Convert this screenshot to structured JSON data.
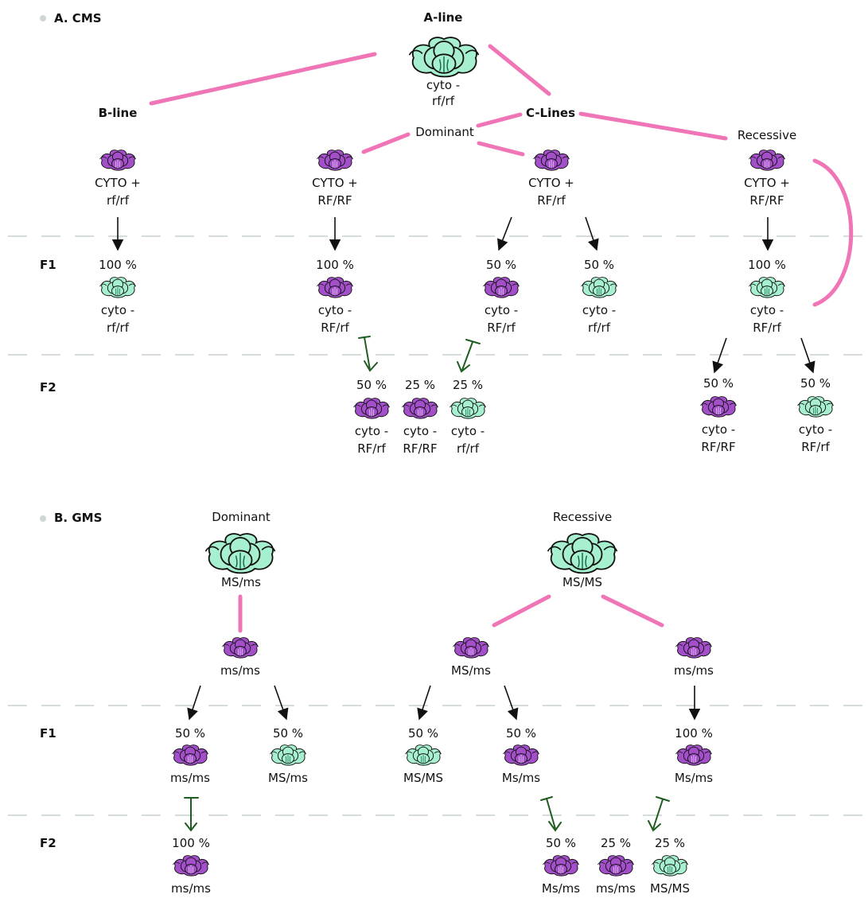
{
  "colors": {
    "cross_line": "#f075b6",
    "dash": "#c9d0d0",
    "arrow": "#111111",
    "self": "#1f5c1f",
    "green_fill": "#a6efcf",
    "purple_fill": "#a34fc9"
  },
  "icons": {
    "green": "cabbage-green-icon",
    "purple": "cabbage-purple-icon"
  },
  "cms": {
    "title": "A. CMS",
    "a_line": {
      "name": "A-line",
      "l1": "cyto -",
      "l2": "rf/rf"
    },
    "b_line": {
      "name": "B-line",
      "l1": "CYTO +",
      "l2": "rf/rf"
    },
    "c_lines": {
      "name": "C-Lines",
      "dominant": "Dominant",
      "recessive": "Recessive"
    },
    "dom_rf": {
      "l1": "CYTO +",
      "l2": "RF/RF"
    },
    "dom_het": {
      "l1": "CYTO +",
      "l2": "RF/rf"
    },
    "rec": {
      "l1": "CYTO +",
      "l2": "RF/RF"
    },
    "f1": "F1",
    "f2": "F2",
    "f1_b": {
      "pct": "100 %",
      "l1": "cyto -",
      "l2": "rf/rf"
    },
    "f1_dom": {
      "pct": "100 %",
      "l1": "cyto -",
      "l2": "RF/rf"
    },
    "f1_het_a": {
      "pct": "50 %",
      "l1": "cyto -",
      "l2": "RF/rf"
    },
    "f1_het_b": {
      "pct": "50 %",
      "l1": "cyto -",
      "l2": "rf/rf"
    },
    "f1_rec": {
      "pct": "100 %",
      "l1": "cyto -",
      "l2": "RF/rf"
    },
    "f2_a": {
      "pct": "50 %",
      "l1": "cyto -",
      "l2": "RF/rf"
    },
    "f2_b": {
      "pct": "25 %",
      "l1": "cyto -",
      "l2": "RF/RF"
    },
    "f2_c": {
      "pct": "25 %",
      "l1": "cyto -",
      "l2": "rf/rf"
    },
    "f2_rec_a": {
      "pct": "50 %",
      "l1": "cyto -",
      "l2": "RF/RF"
    },
    "f2_rec_b": {
      "pct": "50 %",
      "l1": "cyto -",
      "l2": "RF/rf"
    }
  },
  "gms": {
    "title": "B. GMS",
    "dominant": {
      "name": "Dominant",
      "genotype": "MS/ms"
    },
    "recessive": {
      "name": "Recessive",
      "genotype": "MS/MS"
    },
    "dom_p2": {
      "genotype": "ms/ms"
    },
    "rec_p2a": {
      "genotype": "MS/ms"
    },
    "rec_p2b": {
      "genotype": "ms/ms"
    },
    "f1": "F1",
    "f2": "F2",
    "f1_a": {
      "pct": "50 %",
      "genotype": "ms/ms"
    },
    "f1_b": {
      "pct": "50 %",
      "genotype": "MS/ms"
    },
    "f1_c": {
      "pct": "50 %",
      "genotype": "MS/MS"
    },
    "f1_d": {
      "pct": "50 %",
      "genotype": "Ms/ms"
    },
    "f1_e": {
      "pct": "100 %",
      "genotype": "Ms/ms"
    },
    "f2_a": {
      "pct": "100 %",
      "genotype": "ms/ms"
    },
    "f2_b": {
      "pct": "50 %",
      "genotype": "Ms/ms"
    },
    "f2_c": {
      "pct": "25 %",
      "genotype": "ms/ms"
    },
    "f2_d": {
      "pct": "25 %",
      "genotype": "MS/MS"
    }
  }
}
